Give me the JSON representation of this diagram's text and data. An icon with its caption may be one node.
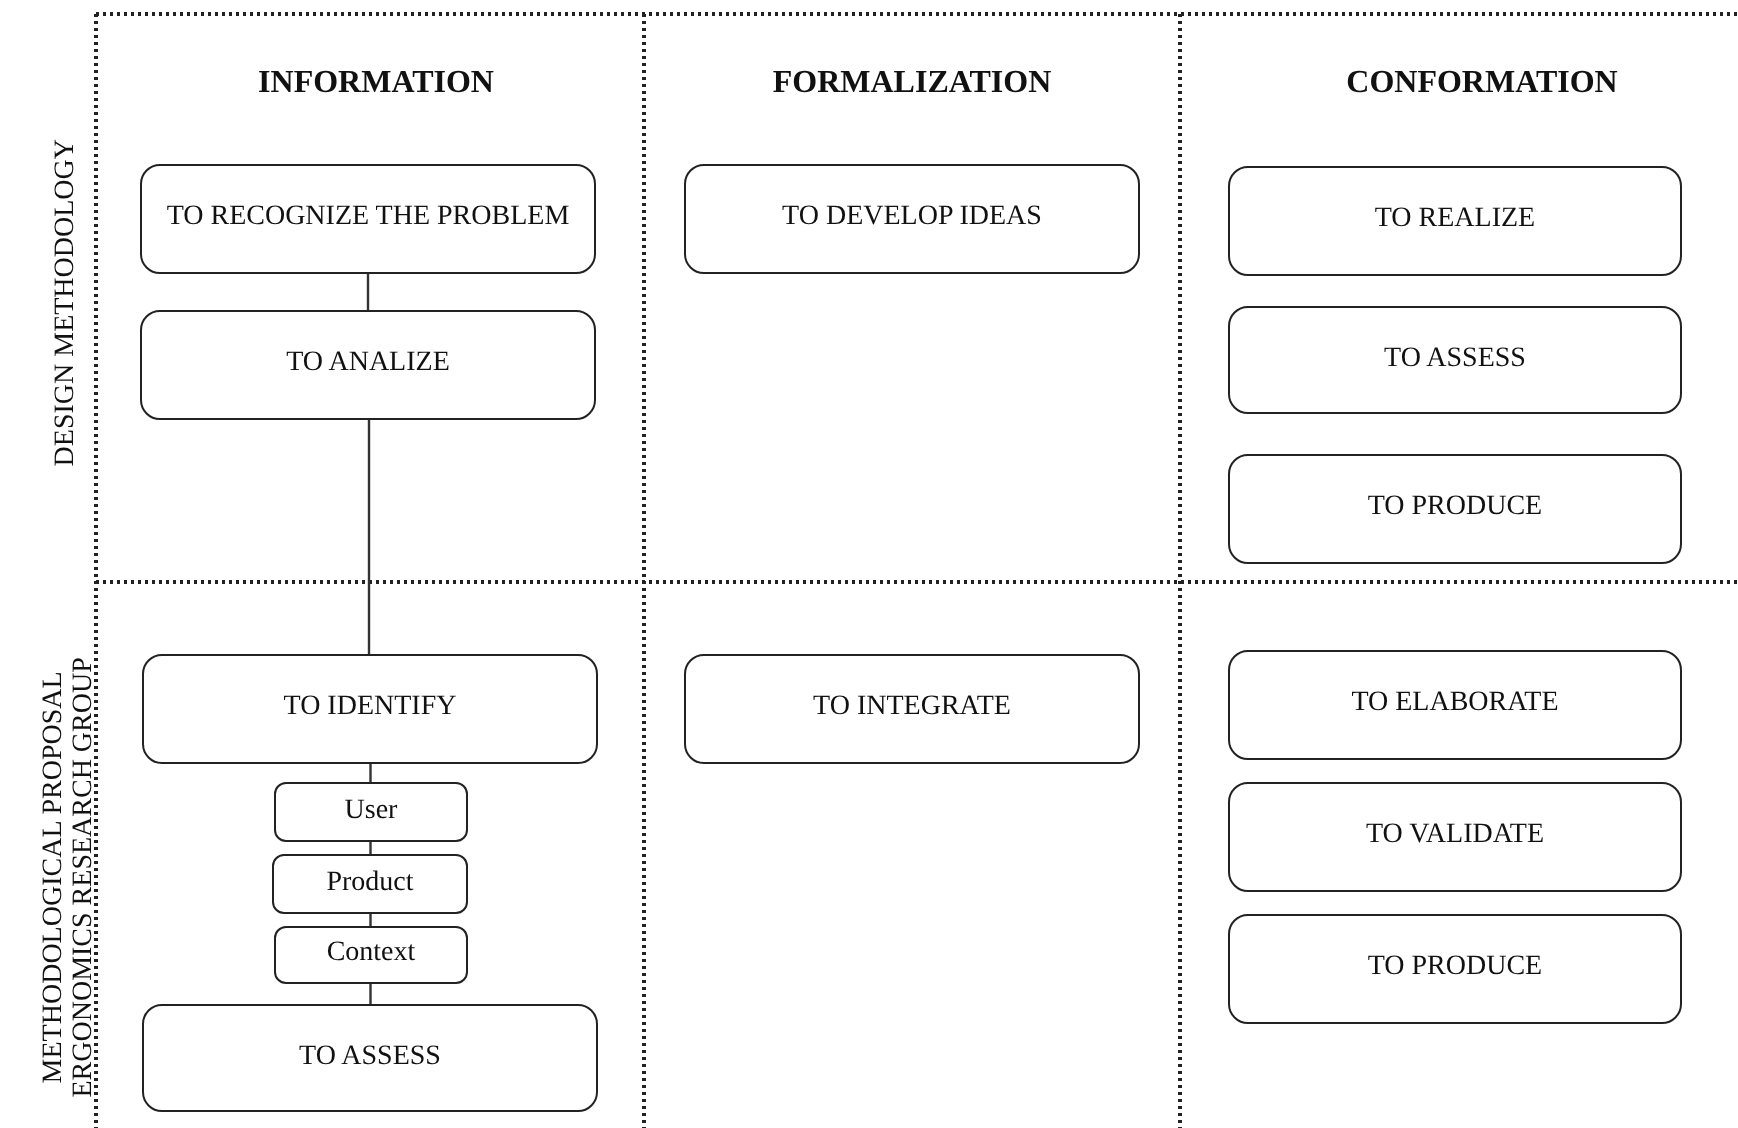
{
  "diagram": {
    "nodes": [
      {
        "text": [
          "TO RECOGNIZE THE PROBLEM"
        ]
      },
      {
        "text": [
          "TO ANALIZE"
        ]
      },
      {
        "text": [
          "TO DEVELOP IDEAS"
        ]
      },
      {
        "text": [
          "TO REALIZE"
        ]
      },
      {
        "text": [
          "TO ASSESS"
        ]
      },
      {
        "text": [
          "TO PRODUCE"
        ]
      },
      {
        "text": [
          "TO IDENTIFY"
        ]
      },
      {
        "text": [
          "User"
        ]
      },
      {
        "text": [
          "Product"
        ]
      },
      {
        "text": [
          "Context"
        ]
      },
      {
        "text": [
          "TO ASSESS"
        ]
      },
      {
        "text": [
          "TO INTEGRATE"
        ]
      },
      {
        "text": [
          "TO ELABORATE"
        ]
      },
      {
        "text": [
          "TO VALIDATE"
        ]
      },
      {
        "text": [
          "TO PRODUCE"
        ]
      }
    ],
    "edges": [
      {
        "from": 0,
        "to": 1,
        "arrow": "none"
      },
      {
        "from": 1,
        "to": 6,
        "arrow": "none"
      },
      {
        "from": 6,
        "to": 7,
        "arrow": "none"
      },
      {
        "from": 7,
        "to": 8,
        "arrow": "none"
      },
      {
        "from": 8,
        "to": 9,
        "arrow": "none"
      },
      {
        "from": 9,
        "to": 10,
        "arrow": "none"
      }
    ],
    "labels": [
      "INFORMATION",
      "FORMALIZATION",
      "CONFORMATION",
      "DESIGN METHODOLOGY",
      "METHODOLOGICAL PROPOSAL ERGONOMICS RESEARCH GROUP"
    ]
  }
}
